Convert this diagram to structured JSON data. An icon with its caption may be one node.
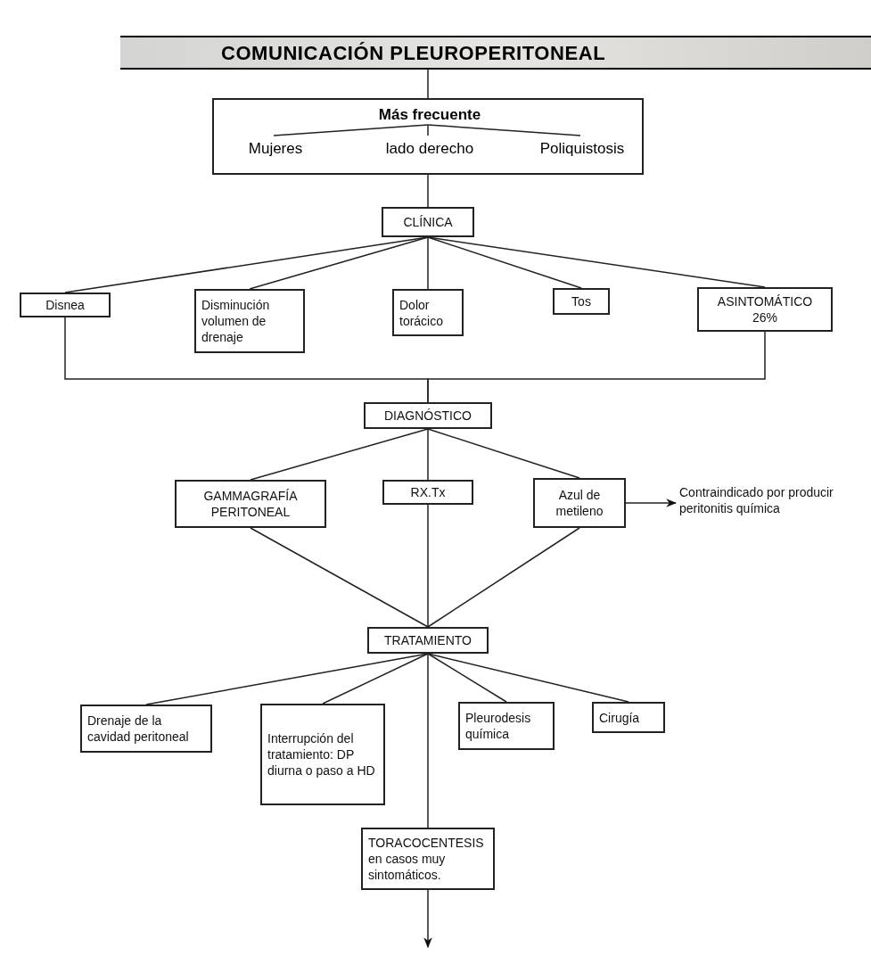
{
  "diagram": {
    "nodes": [
      {
        "text": [
          "COMUNICACIÓN PLEUROPERITONEAL"
        ]
      },
      {
        "text": [],
        "shape": "box"
      },
      {
        "text": [
          "Más frecuente"
        ],
        "in": 1
      },
      {
        "text": [
          "Mujeres"
        ],
        "in": 1
      },
      {
        "text": [
          "lado derecho"
        ],
        "in": 1
      },
      {
        "text": [
          "Poliquistosis"
        ],
        "in": 1
      },
      {
        "text": [
          "CLÍNICA"
        ]
      },
      {
        "text": [
          "Disnea"
        ]
      },
      {
        "text": [
          "Disminución volumen de drenaje"
        ]
      },
      {
        "text": [
          "Dolor torácico"
        ]
      },
      {
        "text": [
          "Tos"
        ]
      },
      {
        "text": [
          "ASINTOMÁTICO 26%"
        ]
      },
      {
        "text": [
          "DIAGNÓSTICO"
        ]
      },
      {
        "text": [
          "GAMMAGRAFÍA PERITONEAL"
        ]
      },
      {
        "text": [
          "RX.Tx"
        ]
      },
      {
        "text": [
          "Azul de metileno"
        ]
      },
      {
        "text": [
          "Contraindicado por producir peritonitis química"
        ]
      },
      {
        "text": [
          "TRATAMIENTO"
        ]
      },
      {
        "text": [
          "Drenaje de la cavidad peritoneal"
        ]
      },
      {
        "text": [
          "Interrupción del tratamiento: DP diurna o paso a HD"
        ]
      },
      {
        "text": [
          "Pleurodesis química"
        ]
      },
      {
        "text": [
          "Cirugía"
        ]
      },
      {
        "text": [
          "TORACOCENTESIS en casos muy sintomáticos."
        ]
      }
    ],
    "edges": [
      {
        "from": 0,
        "to": 1,
        "arrow": "none"
      },
      {
        "from": 2,
        "to": 3,
        "arrow": "none"
      },
      {
        "from": 2,
        "to": 4,
        "arrow": "none"
      },
      {
        "from": 2,
        "to": 5,
        "arrow": "none"
      },
      {
        "from": 1,
        "to": 6,
        "arrow": "none"
      },
      {
        "from": 6,
        "to": 7,
        "arrow": "none"
      },
      {
        "from": 6,
        "to": 8,
        "arrow": "none"
      },
      {
        "from": 6,
        "to": 9,
        "arrow": "none"
      },
      {
        "from": 6,
        "to": 10,
        "arrow": "none"
      },
      {
        "from": 6,
        "to": 11,
        "arrow": "none"
      },
      {
        "from": 7,
        "to": 12,
        "arrow": "none"
      },
      {
        "from": 11,
        "to": 12,
        "arrow": "none"
      },
      {
        "from": 12,
        "to": 13,
        "arrow": "none"
      },
      {
        "from": 12,
        "to": 14,
        "arrow": "none"
      },
      {
        "from": 12,
        "to": 15,
        "arrow": "none"
      },
      {
        "from": 15,
        "to": 16,
        "arrow": "to"
      },
      {
        "from": 13,
        "to": 17,
        "arrow": "none"
      },
      {
        "from": 14,
        "to": 17,
        "arrow": "none"
      },
      {
        "from": 15,
        "to": 17,
        "arrow": "none"
      },
      {
        "from": 17,
        "to": 18,
        "arrow": "none"
      },
      {
        "from": 17,
        "to": 19,
        "arrow": "none"
      },
      {
        "from": 17,
        "to": 20,
        "arrow": "none"
      },
      {
        "from": 17,
        "to": 21,
        "arrow": "none"
      },
      {
        "from": 17,
        "to": 22,
        "arrow": "none"
      },
      {
        "from": 22,
        "to": null,
        "arrow": "to"
      }
    ]
  }
}
